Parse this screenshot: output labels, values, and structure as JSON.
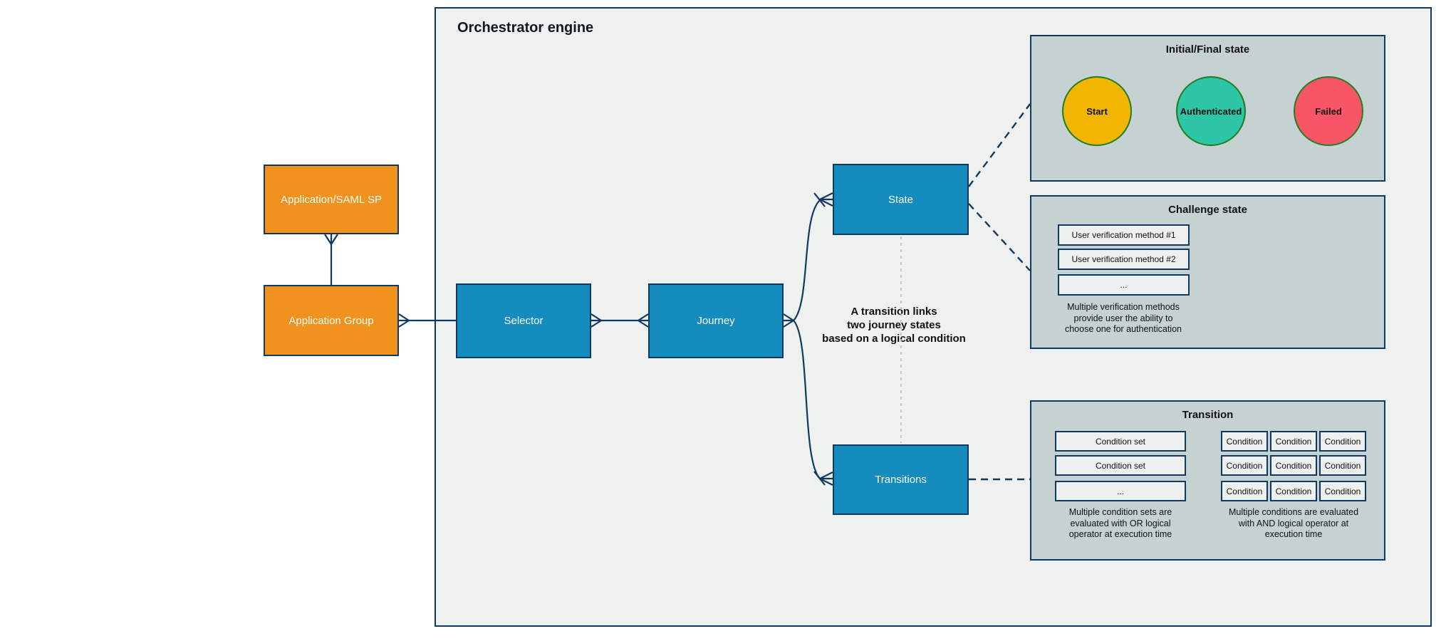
{
  "engine": {
    "title": "Orchestrator engine"
  },
  "nodes": {
    "app_saml": {
      "label": "Application/SAML SP"
    },
    "app_group": {
      "label": "Application Group"
    },
    "selector": {
      "label": "Selector"
    },
    "journey": {
      "label": "Journey"
    },
    "state": {
      "label": "State"
    },
    "transitions": {
      "label": "Transitions"
    }
  },
  "annotation": {
    "lines": [
      "A transition links",
      "two journey states",
      "based on a logical condition"
    ]
  },
  "panels": {
    "initial_final": {
      "title": "Initial/Final state",
      "states": [
        {
          "label": "Start",
          "color": "#F2B600"
        },
        {
          "label": "Authenticated",
          "color": "#2CC5A6"
        },
        {
          "label": "Failed",
          "color": "#F65566"
        }
      ]
    },
    "challenge": {
      "title": "Challenge state",
      "methods": [
        "User verification method #1",
        "User verification method #2",
        "..."
      ],
      "caption": [
        "Multiple verification methods",
        "provide user the ability to",
        "choose one for authentication"
      ]
    },
    "transition": {
      "title": "Transition",
      "condition_sets": [
        "Condition set",
        "Condition set",
        "..."
      ],
      "conditions": [
        [
          "Condition",
          "Condition",
          "Condition"
        ],
        [
          "Condition",
          "Condition",
          "Condition"
        ],
        [
          "Condition",
          "Condition",
          "Condition"
        ]
      ],
      "caption_left": [
        "Multiple condition sets are",
        "evaluated with OR logical",
        "operator at execution time"
      ],
      "caption_right": [
        "Multiple conditions are evaluated",
        "with AND logical operator at",
        "execution time"
      ]
    }
  },
  "colors": {
    "line_navy": "#10395F",
    "node_blue": "#148CBE",
    "node_orange": "#F2921E",
    "engine_bg": "#EFF0F0",
    "panel_bg": "#C6D1D1",
    "circle_border_green": "#217E21"
  }
}
